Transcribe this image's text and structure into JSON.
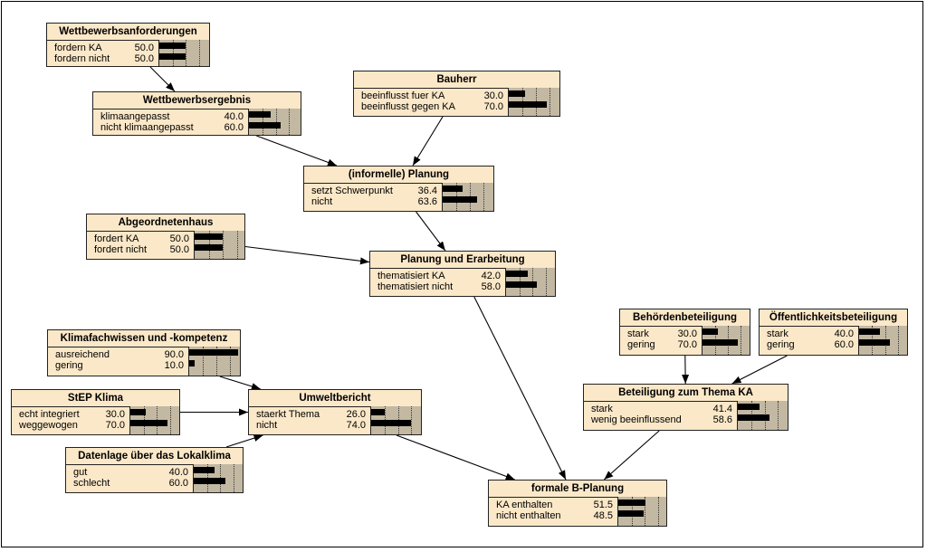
{
  "nodes": [
    {
      "id": "wettbewerbsanforderungen",
      "title": "Wettbewerbsanforderungen",
      "states": [
        {
          "label": "fordern KA",
          "value": "50.0"
        },
        {
          "label": "fordern nicht",
          "value": "50.0"
        }
      ]
    },
    {
      "id": "wettbewerbsergebnis",
      "title": "Wettbewerbsergebnis",
      "states": [
        {
          "label": "klimaangepasst",
          "value": "40.0"
        },
        {
          "label": "nicht klimaangepasst",
          "value": "60.0"
        }
      ]
    },
    {
      "id": "bauherr",
      "title": "Bauherr",
      "states": [
        {
          "label": "beeinflusst fuer KA",
          "value": "30.0"
        },
        {
          "label": "beeinflusst gegen KA",
          "value": "70.0"
        }
      ]
    },
    {
      "id": "informelle-planung",
      "title": "(informelle) Planung",
      "states": [
        {
          "label": "setzt Schwerpunkt",
          "value": "36.4"
        },
        {
          "label": "nicht",
          "value": "63.6"
        }
      ]
    },
    {
      "id": "abgeordnetenhaus",
      "title": "Abgeordnetenhaus",
      "states": [
        {
          "label": "fordert KA",
          "value": "50.0"
        },
        {
          "label": "fordert nicht",
          "value": "50.0"
        }
      ]
    },
    {
      "id": "planung-und-erarbeitung",
      "title": "Planung und Erarbeitung",
      "states": [
        {
          "label": "thematisiert KA",
          "value": "42.0"
        },
        {
          "label": "thematisiert nicht",
          "value": "58.0"
        }
      ]
    },
    {
      "id": "klimafachwissen",
      "title": "Klimafachwissen und -kompetenz",
      "states": [
        {
          "label": "ausreichend",
          "value": "90.0"
        },
        {
          "label": "gering",
          "value": "10.0"
        }
      ]
    },
    {
      "id": "step-klima",
      "title": "StEP Klima",
      "states": [
        {
          "label": "echt integriert",
          "value": "30.0"
        },
        {
          "label": "weggewogen",
          "value": "70.0"
        }
      ]
    },
    {
      "id": "umweltbericht",
      "title": "Umweltbericht",
      "states": [
        {
          "label": "staerkt Thema",
          "value": "26.0"
        },
        {
          "label": "nicht",
          "value": "74.0"
        }
      ]
    },
    {
      "id": "datenlage",
      "title": "Datenlage über das Lokalklima",
      "states": [
        {
          "label": "gut",
          "value": "40.0"
        },
        {
          "label": "schlecht",
          "value": "60.0"
        }
      ]
    },
    {
      "id": "behoerdenbeteiligung",
      "title": "Behördenbeteiligung",
      "states": [
        {
          "label": "stark",
          "value": "30.0"
        },
        {
          "label": "gering",
          "value": "70.0"
        }
      ]
    },
    {
      "id": "oeffentlichkeitsbeteiligung",
      "title": "Öffentlichkeitsbeteiligung",
      "states": [
        {
          "label": "stark",
          "value": "40.0"
        },
        {
          "label": "gering",
          "value": "60.0"
        }
      ]
    },
    {
      "id": "beteiligung-zum-thema-ka",
      "title": "Beteiligung zum Thema KA",
      "states": [
        {
          "label": "stark",
          "value": "41.4"
        },
        {
          "label": "wenig beeinflussend",
          "value": "58.6"
        }
      ]
    },
    {
      "id": "formale-b-planung",
      "title": "formale B-Planung",
      "states": [
        {
          "label": "KA enthalten",
          "value": "51.5"
        },
        {
          "label": "nicht enthalten",
          "value": "48.5"
        }
      ]
    }
  ],
  "edges": [
    {
      "from": "wettbewerbsanforderungen",
      "to": "wettbewerbsergebnis"
    },
    {
      "from": "wettbewerbsergebnis",
      "to": "informelle-planung"
    },
    {
      "from": "bauherr",
      "to": "informelle-planung"
    },
    {
      "from": "informelle-planung",
      "to": "planung-und-erarbeitung"
    },
    {
      "from": "abgeordnetenhaus",
      "to": "planung-und-erarbeitung"
    },
    {
      "from": "planung-und-erarbeitung",
      "to": "formale-b-planung"
    },
    {
      "from": "klimafachwissen",
      "to": "umweltbericht"
    },
    {
      "from": "step-klima",
      "to": "umweltbericht"
    },
    {
      "from": "datenlage",
      "to": "umweltbericht"
    },
    {
      "from": "umweltbericht",
      "to": "formale-b-planung"
    },
    {
      "from": "behoerdenbeteiligung",
      "to": "beteiligung-zum-thema-ka"
    },
    {
      "from": "oeffentlichkeitsbeteiligung",
      "to": "beteiligung-zum-thema-ka"
    },
    {
      "from": "beteiligung-zum-thema-ka",
      "to": "formale-b-planung"
    }
  ]
}
